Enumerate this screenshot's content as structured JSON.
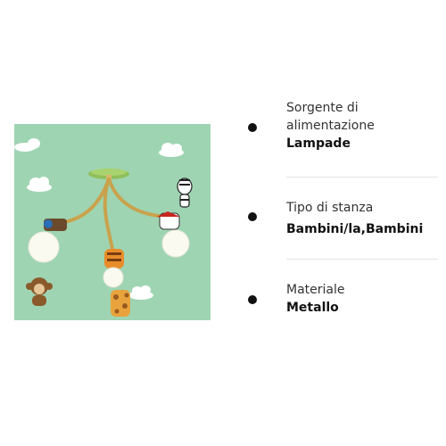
{
  "specs": [
    {
      "label": "Sorgente di alimentazione",
      "value": "Lampade"
    },
    {
      "label": "Tipo di stanza",
      "value": "Bambini/la,Bambini"
    },
    {
      "label": "Materiale",
      "value": "Metallo"
    }
  ],
  "colors": {
    "image_background": "#9fd4b2",
    "bullet": "#111111",
    "divider": "#e4e4e4",
    "lamp_arm": "#c9a24d",
    "ceiling_plate": "#8fbf5a",
    "bulb": "#fafaf0"
  },
  "icons": [
    "bullet-dot-icon",
    "cloud-icon",
    "zebra-icon",
    "monkey-icon",
    "giraffe-icon",
    "tiger-icon"
  ]
}
